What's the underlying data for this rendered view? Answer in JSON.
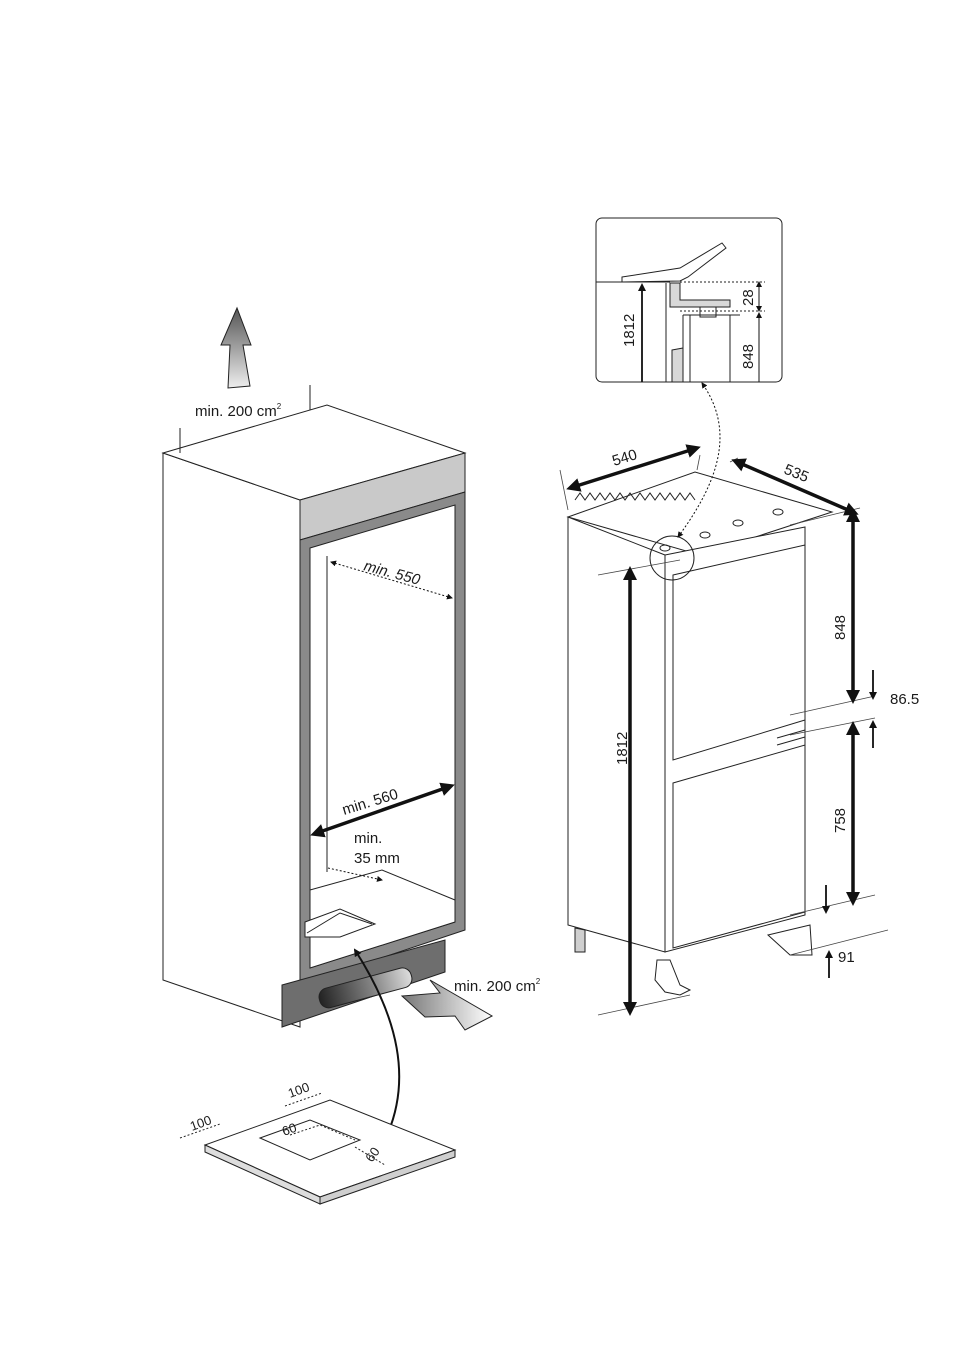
{
  "left": {
    "vent_top": {
      "text": "min. 200 cm",
      "sup": "2"
    },
    "vent_bottom": {
      "text": "min. 200 cm",
      "sup": "2"
    },
    "depth": "min. 550",
    "width": "min. 560",
    "gap_line1": "min.",
    "gap_line2": "35 mm",
    "plinth": {
      "a": "100",
      "b": "100",
      "c": "60",
      "d": "60"
    }
  },
  "right": {
    "width": "540",
    "depth": "535",
    "height_total": "1812",
    "upper_door": "848",
    "gap_between": "86.5",
    "lower_door": "758",
    "bottom": "91",
    "inset": {
      "height": "1812",
      "top": "28",
      "door": "848"
    }
  },
  "colors": {
    "line": "#222222",
    "frame_gray": "#8a8a8a",
    "dark_gray": "#6e6e6e",
    "light_gray": "#d8d8d8"
  }
}
